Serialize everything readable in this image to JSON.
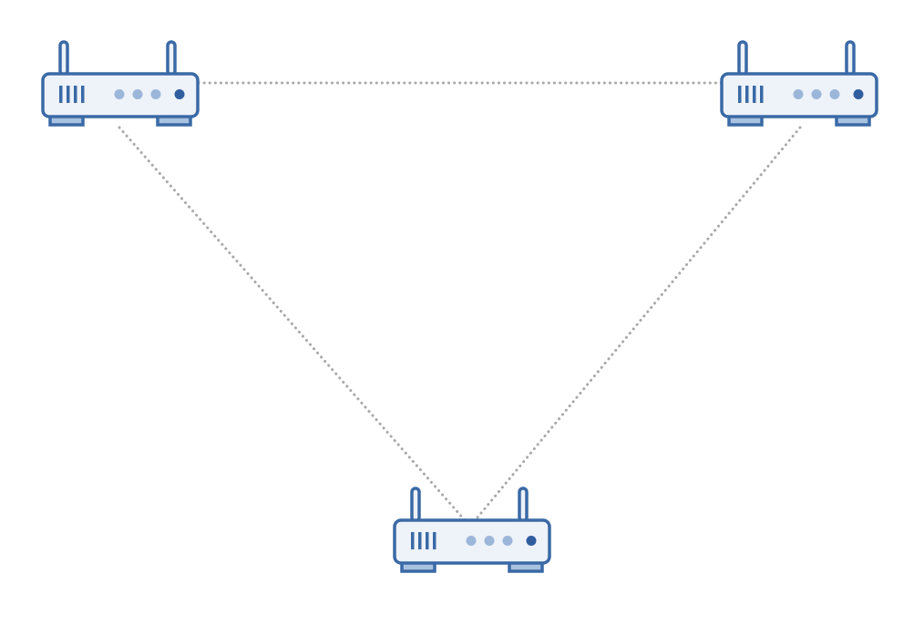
{
  "diagram": {
    "type": "network-topology",
    "colors": {
      "background": "#ffffff",
      "outline": "#3a6aa6",
      "body_fill": "#eef2f9",
      "feet_fill": "#a9c2e0",
      "led_dim": "#9bb6d9",
      "led_active": "#2f5d9e",
      "link": "#a8a8a8"
    },
    "nodes": [
      {
        "id": "router-top-left",
        "icon": "wifi-router-icon"
      },
      {
        "id": "router-top-right",
        "icon": "wifi-router-icon"
      },
      {
        "id": "router-bottom",
        "icon": "wifi-router-icon"
      }
    ],
    "links": [
      {
        "from": "router-top-left",
        "to": "router-top-right",
        "style": "dotted"
      },
      {
        "from": "router-top-left",
        "to": "router-bottom",
        "style": "dotted"
      },
      {
        "from": "router-top-right",
        "to": "router-bottom",
        "style": "dotted"
      }
    ]
  }
}
